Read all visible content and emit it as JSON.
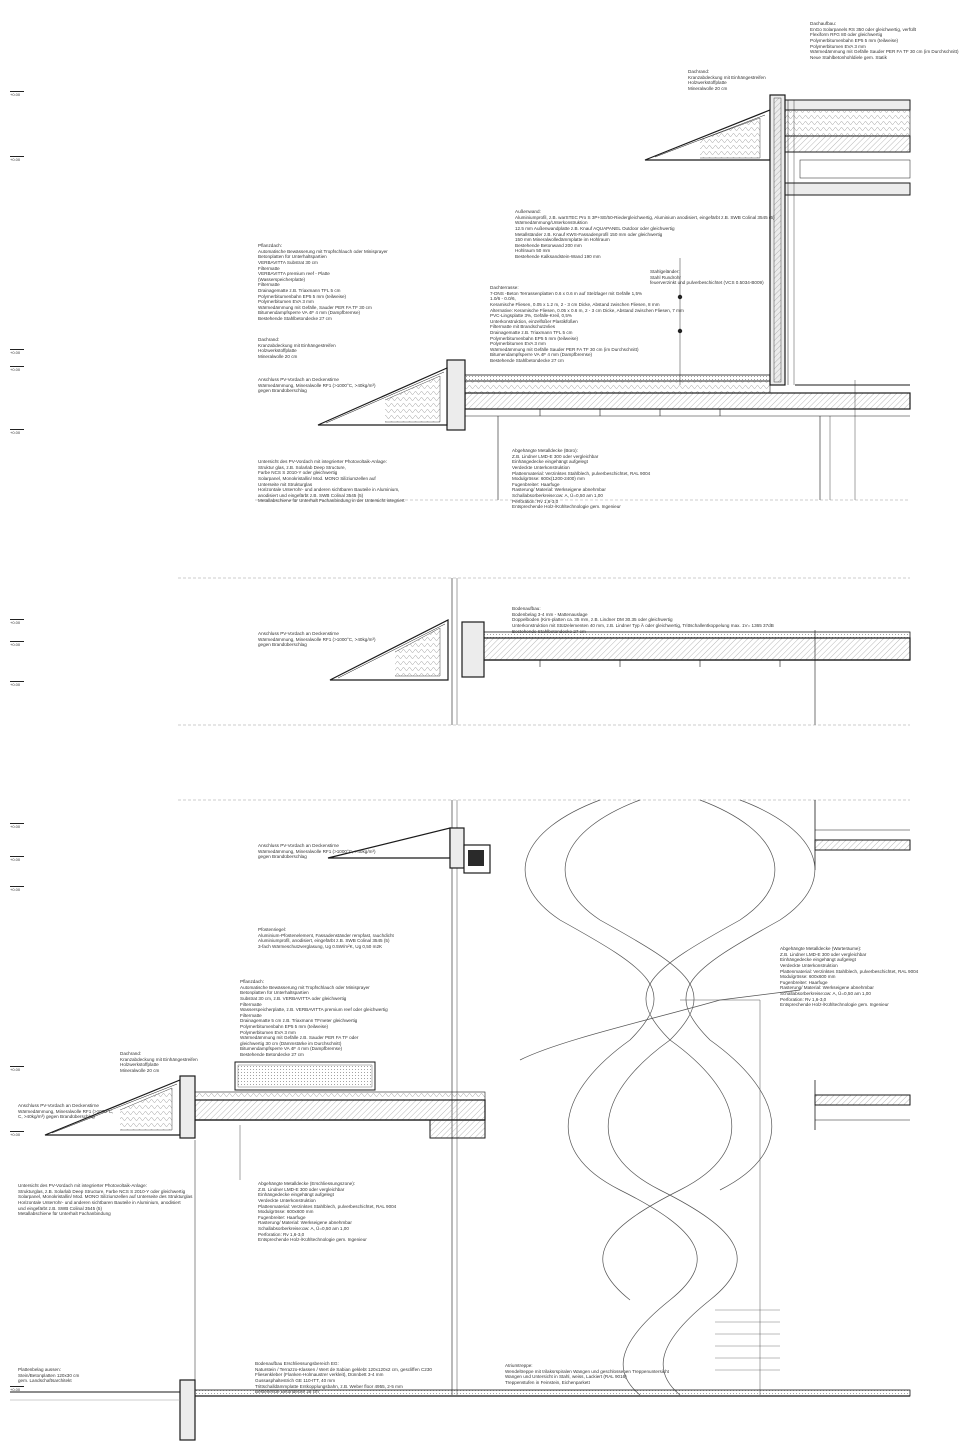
{
  "drawing": {
    "sheet": "Fassadenschnitt",
    "colors": {
      "line": "#1a1a1a",
      "thin": "#555555",
      "hatch": "#888888",
      "fill": "#ececec",
      "dark": "#2a2a2a"
    }
  },
  "notes": [
    {
      "id": "dachaufbau-top",
      "lines": [
        "Dachaufbau:",
        "EnGo Solarpanels RS 350 oder gleichwertig, verfüllt",
        "Flexiform RFG 80 oder gleichwertig",
        "Polymerbitumenbahn EP5 5 mm (teilweise)",
        "Polymerbitumen EVA 3 mm",
        "Wärmedämmung mit Gefälle Sauder PER FA TF 30 cm (im Durchschnitt)",
        "Neue Stahlbetonhohldiele gem. Statik"
      ]
    },
    {
      "id": "dachrand-top",
      "lines": [
        "Dachrand:",
        "Kranzabdeckung mit Einhängestreifen",
        "Holzwerkstoffplatte",
        "Mineralwolle 20 cm"
      ]
    },
    {
      "id": "aussenwand",
      "lines": [
        "Außenwand:",
        "Aluminiumprofil, z.B. warSTEC Pro S 3P+SE/50-Riedergleichwertig, Aluminium anodisiert, eingefärbt z.B. SWB Colinal 3545 (5)",
        "Wärmedämmung/Unterkonstruktion",
        "12.5 mm Außenwandplatte z.B. Knauf AQUAPANEL Outdoor oder gleichwertig",
        "Metallständer z.B. Knauf KWS-Fassadenprofil 150 mm oder gleichwertig",
        "150 mm Mineralwolledämmplatte im Hohlraum",
        "Bestehende Betonwand 200 mm",
        "Hohlraum 50 mm",
        "Bestehende Kalksandstein-Wand 190 mm"
      ]
    },
    {
      "id": "stahlgelaender",
      "lines": [
        "Stahlgeländer:",
        "Stahl Rundrohr",
        "feuerverzinkt und pulverbeschichtet (VCS 0.5034-B009)"
      ]
    },
    {
      "id": "pflanzdach",
      "lines": [
        "Pflanzdach:",
        "Automatische Bewässerung mit Tropfschlauch oder Minisprayer",
        "Betonplatten für Unterhaltspartien",
        "VERBAVITTA Substrat 30 cm",
        "Filtermatte",
        "VERBAVITTA premium reef - Platte",
        "(Wasserspeicherplatte)",
        "Filtermatte",
        "Drainagematte z.B. Triaxmann TFL 5 cm",
        "Polymerbitumenbahn EP5 5 mm (teilweise)",
        "Polymerbitumen EVA 3 mm",
        "Wärmedämmung mit Gefälle, Sauder PER FA TF 30 cm",
        "Bitumendampfsperre VA 4F 4 mm (Dampfbremse)",
        "Bestehende Stahlbetondecke 27 cm"
      ]
    },
    {
      "id": "dachterrasse",
      "lines": [
        "Dachterrasse:",
        "7-DNS -Beton Terrassenplatten 0.6 x 0.6 m auf Stelzlager mit Gefälle 1,5%",
        "1.0/6 - 0.0/6,",
        "Keramische Fliesen, 0.05 x 1.2 m, 2 - 3 cm Dicke, Abstand zwischen Fliesen, 8 mm",
        "Alternative: Keramische Fliesen, 0.05 x 0.6 m, 2 - 3 cm Dicke, Abstand zwischen Fliesen, 7 mm",
        "PVC-Lingsplatte 3%, Gefälle-Kreil, 0,5%",
        "Unterkonstruktion, einzelfüßer Plastikfüßen",
        "Filtermatte mit Brandschutzvlies",
        "Drainagematte z.B. Triaxmann TFL 5 cm",
        "Polymerbitumenbahn EP5 5 mm (teilweise)",
        "Polymerbitumen EVA 3 mm",
        "Wärmedämmung mit Gefälle Sauder PER FA TF 30 cm (im Durchschnitt)",
        "Bitumendampfsperre VA 4F 4 mm (Dampfbremse)",
        "Bestehende Stahlbetondecke 27 cm"
      ]
    },
    {
      "id": "dachrand-mid",
      "lines": [
        "Dachrand:",
        "Kranzabdeckung mit Einhängestreifen",
        "Holzwerkstoffplatte",
        "Mineralwolle 20 cm"
      ]
    },
    {
      "id": "anschluss-1",
      "lines": [
        "Anschluss PV-Vordach an Deckenstirne",
        "Wärmedämmung, Mineralwolle RF1 (>1000°C, >40kg/m³)",
        "gegen Brandüberschlag"
      ]
    },
    {
      "id": "untersicht-1",
      "lines": [
        "Untersicht des PV-Vordach mit integrierter Photovoltaik-Anlage:",
        "Struktur glas, z.B. Solarlab Deep Structure,",
        "Farbe NCS S 2010-Y oder gleichwertig",
        "Solarpanel, Monokristallin/ Mod. MONO Siliziumzellen auf",
        "Unterseite mit Strukturglas",
        "Horizontale Unterrohr- und anderen sichtbaren Bauteile in Aluminium,",
        "anodisiert und eingefärbt z.B. SWB Colinal 3545 (5)",
        "Metallabschiene für Unterhalt Fachanbindung in der Untersicht integriert"
      ]
    },
    {
      "id": "abgehaengte-decke-1",
      "lines": [
        "Abgehängte Metalldecke (Büro):",
        "Z.B. Lindner LMD-E 300 oder vergleichbar",
        "Einhängedecke eingehängt aufgelegt",
        "Verdeckte Unterkonstruktion",
        "Plattenmaterial: Verzinktes Stahlblech, pulverbeschichtet, RAL 9004",
        "Modulgrösse: 600x(1200-2400) mm",
        "Fugenbreiter: Haarfuge",
        "Rasterung/ Material: Werkseigene abnehmbar",
        "Schallabsorberkreise:αw: A, Ü=0,50 am 1,00",
        "Perforation: Rv 1,6-3,0",
        "Entsprechende Holz-/Kühltechnologie gem. Ingenieur"
      ]
    },
    {
      "id": "bodenaufbau-1",
      "lines": [
        "Bodenaufbau:",
        "Bodenbelag 3-4 mm - Mattenauslage",
        "Doppelboden (Kirn-platten ca. 35 mm, z.B. Lindner DM 30.35 oder gleichwertig",
        "Unterkonstruktion mit Stützelementen 40 mm, z.B. Lindner Typ Ä oder gleichwertig, Trittschallentkoppelung max. 1V= 1365 37dB",
        "Bestehende Stahlbetondecke 27 cm"
      ]
    },
    {
      "id": "anschluss-2",
      "lines": [
        "Anschluss PV-Vordach an Deckenstirne",
        "Wärmedämmung, Mineralwolle RF1 (>1000°C, >40kg/m³)",
        "gegen Brandüberschlag"
      ]
    },
    {
      "id": "anschluss-3",
      "lines": [
        "Anschluss PV-Vordach an Deckenstirne",
        "Wärmedämmung, Mineralwolle RF1 (>1000°C, >40kg/m³)",
        "gegen Brandüberschlag"
      ]
    },
    {
      "id": "pfostenriegel",
      "lines": [
        "Pfostenriegel:",
        "Aluminium-Pfostenelement, Fassadenständer rempfast, rauchdicht",
        "Aluminiumprofil, anodisiert, eingefärbt z.B. SWB Colinal 3545 (5)",
        "3-fach Wärmeschutzverglasung, Ug 0.5W/m²K, Ug 0,50 m2K"
      ]
    },
    {
      "id": "pflanzdach-2",
      "lines": [
        "Pflanzdach:",
        "Automatische Bewässerung mit Tropfschlauch oder Minisprayer",
        "Betonplatten für Unterhaltspartien",
        "Substrat 30 cm, z.B. VERBAVITTA oder gleichwertig",
        "Filtermatte",
        "Wasserspeicherplatte, z.B. VERBAVITTA premium reef oder gleichwertig",
        "Filtermatte",
        "Drainagematte 5 cm z.B. Triaxmann TFmeter gleichwertig",
        "Polymerbitumenbahn EP5 5 mm (teilweise)",
        "Polymerbitumen EVA 3 mm",
        "Wärmedämmung mit Gefälle z.B. Sauder PER FA TF oder",
        "gleichwertig 30 cm (Dämmstärke im Durchschnitt)",
        "Bitumendampfsperre VA 4F 4 mm (Dampfbremse)",
        "Bestehende Betondecke 27 cm"
      ]
    },
    {
      "id": "dachrand-low",
      "lines": [
        "Dachrand:",
        "Kranzabdeckung mit Einhängestreifen",
        "Holzwerkstoffplatte",
        "Mineralwolle 20 cm"
      ]
    },
    {
      "id": "anschluss-4",
      "lines": [
        "Anschluss PV-Vordach an Deckenstirne",
        "Wärmedämmung, Mineralwolle RF1 (>1000°C,",
        "C, >40kg/m³) gegen Brandüberschlag"
      ]
    },
    {
      "id": "untersicht-2",
      "lines": [
        "Untersicht des PV-Vordach mit integrierter Photovoltaik-Anlage:",
        "Strukturglas, z.B. Solarlab Deep Structure, Farbe NCS S 2010-Y oder gleichwertig",
        "Solarpanel, Monokristallin/ Mod. MONO Siliziumzellen auf Unterseite des Strukturglas",
        "Horizontale Unterrohr- und anderen sichtbaren Bauteile in Aluminium, anodisiert",
        "und eingefärbt z.B. SWB Colinal 3545 (5)",
        "Metallabschiene für Unterhalt Fachanbindung"
      ]
    },
    {
      "id": "abgehaengte-decke-2",
      "lines": [
        "Abgehängte Metalldecke (Erschliessungszone):",
        "Z.B. Lindner LMD-E 300 oder vergleichbar",
        "Einhängedecke eingehängt aufgelegt",
        "Verdeckte Unterkonstruktion",
        "Plattenmaterial: Verzinktes Stahlblech, pulverbeschichtet, RAL 9004",
        "Modulgrösse: 600x600 mm",
        "Fugenbreiter: Haarfuge",
        "Rasterung/ Material: Werkseigene abnehmbar",
        "Schallabsorberkreise:αw: A, Ü=0,50 am 1,00",
        "Perforation: Rv 1,6-3,0",
        "Entsprechende Holz-/Kühltechnologie gem. Ingenieur"
      ]
    },
    {
      "id": "abgehaengte-decke-3",
      "lines": [
        "Abgehängte Metalldecke (Warteräume):",
        "Z.B. Lindner LMD-E 300 oder vergleichbar",
        "Einhängedecke eingehängt aufgelegt",
        "Verdeckte Unterkonstruktion",
        "Plattenmaterial: Verzinktes Stahlblech, pulverbeschichtet, RAL 9004",
        "Modulgrösse: 600x600 mm",
        "Fugenbreiter: Haarfuge",
        "Rasterung/ Material: Werkseigene abnehmbar",
        "Schallabsorberkreise:αw: A, Ü=0,50 am 1,00",
        "Perforation: Rv 1,6-3,0",
        "Entsprechende Holz-/Kühltechnologie gem. Ingenieur"
      ]
    },
    {
      "id": "plattenbelag",
      "lines": [
        "Plattenbelag aussen:",
        "Stein/Betonplatten 120x30 cm",
        "gem. Landschaftsarchitekt"
      ]
    },
    {
      "id": "bodenaufbau-2",
      "lines": [
        "Bodenaufbau Erschliessungsbereich EG:",
        "Naturstein / Terrazzo-Klassen / Wert de Sabian geklebt 120x120x2 cm, gescliffen C230",
        "Fliesenkleber (Flanken-Holmaustrer verkleit), Dünnbett 3-4 mm",
        "Gussasphaltestrich GE 110-ITT, 40 mm",
        "Trittschalldämmplatte Entkopplungsbahn, z.B. Weber floor 4955, 2-5 mm",
        "Bestehende Betondecke 28 cm"
      ]
    },
    {
      "id": "atriumtreppe",
      "lines": [
        "Atriumtreppe:",
        "Wendeltreppe mit trilaksrspiralen Wangen und geschlossenen Treppenuntersicht",
        "Wangen und Untersicht in Stahl, weiss, Lackiert (RAL 9016)",
        "Treppenstufen in Feinstein, Eichenparkett"
      ]
    }
  ],
  "levels": [
    "+0.00",
    "+0.00",
    "+0.00",
    "+0.00",
    "+0.00",
    "+0.00",
    "+0.00",
    "+0.00",
    "+0.00",
    "+0.00",
    "+0.00",
    "+0.00",
    "+0.00",
    "+0.00"
  ]
}
